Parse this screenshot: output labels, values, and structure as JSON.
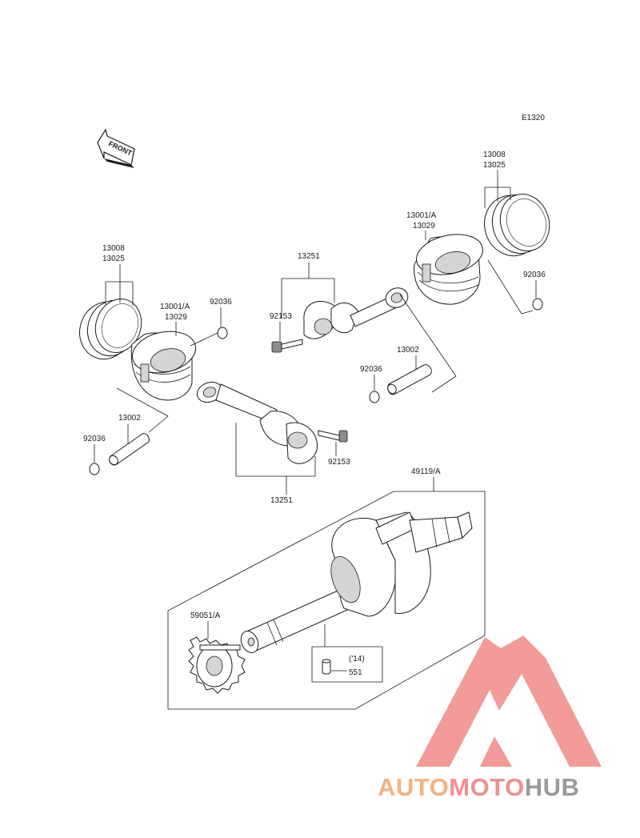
{
  "diagram_code": "E1320",
  "front_label": "FRONT",
  "labels": {
    "rings_left_a": "13008",
    "rings_left_b": "13025",
    "rings_right_a": "13008",
    "rings_right_b": "13025",
    "piston_left_a": "13001/A",
    "piston_left_b": "13029",
    "piston_right_a": "13001/A",
    "piston_right_b": "13029",
    "circlip_1": "92036",
    "circlip_2": "92036",
    "circlip_3": "92036",
    "circlip_4": "92036",
    "pin_left": "13002",
    "pin_right": "13002",
    "rod_top": "13251",
    "rod_bottom": "13251",
    "bolt_top": "92153",
    "bolt_bottom": "92153",
    "crankshaft": "49119/A",
    "gear": "59051/A",
    "year_note": "('14)",
    "key": "551"
  },
  "brand": {
    "part1": "AUTO",
    "part2": "MOTO",
    "part3": "HUB",
    "color1": "#f4b183",
    "color2": "#ef8f8f",
    "color3": "#9a9a9a",
    "logo_color": "#f08a86"
  }
}
